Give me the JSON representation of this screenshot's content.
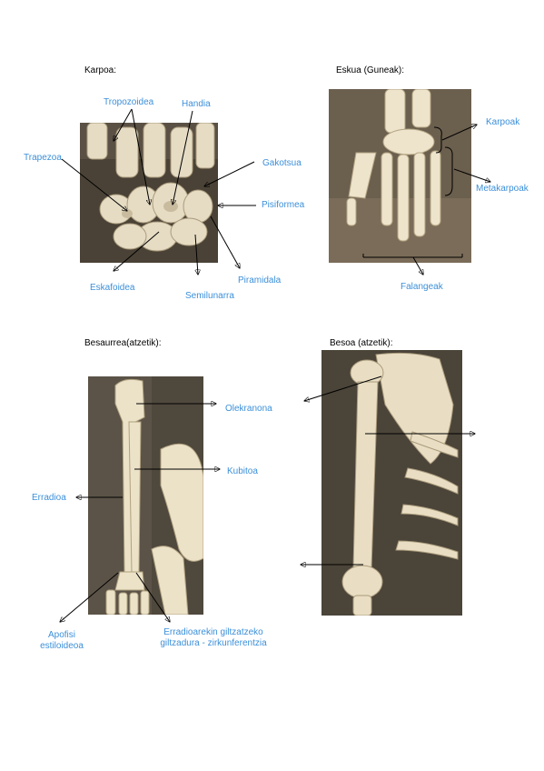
{
  "panels": {
    "karpoa": {
      "heading": "Karpoa:",
      "labels": {
        "tropozoidea": "Tropozoidea",
        "handia": "Handia",
        "trapezoa": "Trapezoa",
        "gakotsua": "Gakotsua",
        "pisiformea": "Pisiformea",
        "eskafoidea": "Eskafoidea",
        "semilunarra": "Semilunarra",
        "piramidala": "Piramidala"
      }
    },
    "eskua": {
      "heading": "Eskua (Guneak):",
      "labels": {
        "karpoak": "Karpoak",
        "metakarpoak": "Metakarpoak",
        "falangeak": "Falangeak"
      }
    },
    "besaurrea": {
      "heading": "Besaurrea(atzetik):",
      "labels": {
        "olekranona": "Olekranona",
        "kubitoa": "Kubitoa",
        "erradioa": "Erradioa",
        "apofisi_1": "Apofisi",
        "apofisi_2": "estiloideoa",
        "giltzadura_1": "Erradioarekin giltzatzeko",
        "giltzadura_2": "giltzadura - zirkunferentzia"
      }
    },
    "besoa": {
      "heading": "Besoa (atzetik):"
    }
  },
  "colors": {
    "label": "#3b8fd9",
    "heading": "#000000",
    "arrow": "#000000"
  }
}
